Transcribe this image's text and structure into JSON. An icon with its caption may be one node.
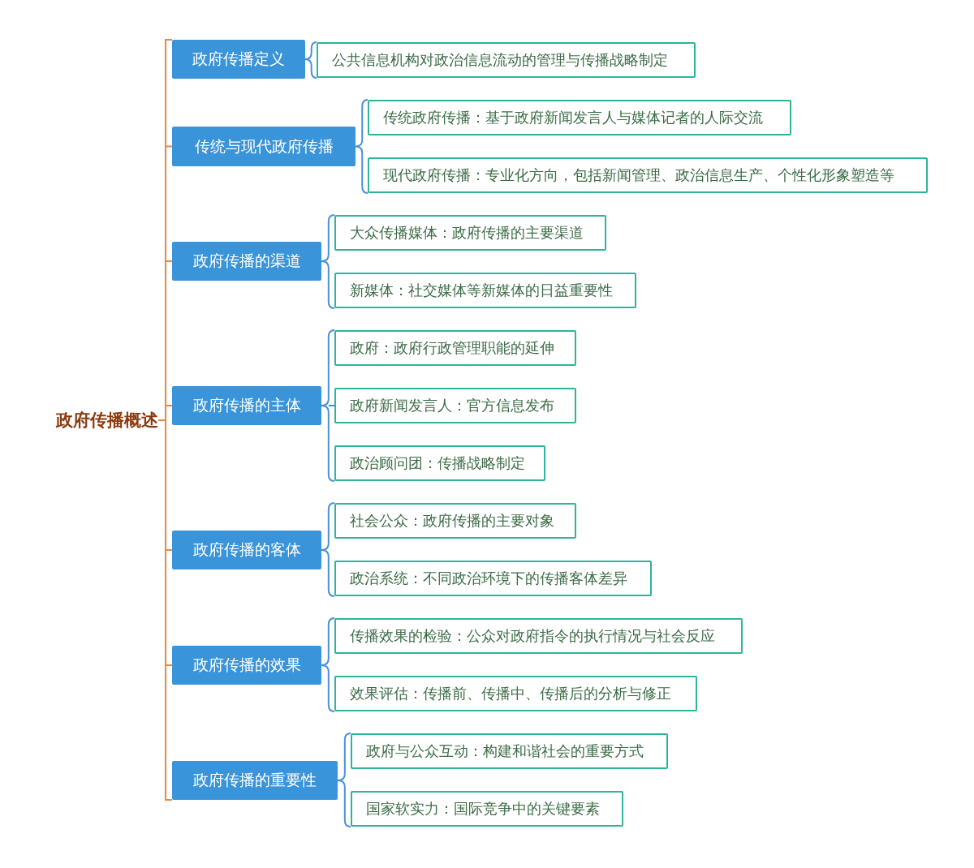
{
  "diagram": {
    "nodes": [
      {
        "text": [
          "政府传播概述"
        ]
      },
      {
        "text": [
          "政府传播定义"
        ]
      },
      {
        "text": [
          "公共信息机构对政治信息流动的管理与传播战略制定"
        ]
      },
      {
        "text": [
          "传统与现代政府传播"
        ]
      },
      {
        "text": [
          "传统政府传播：基于政府新闻发言人与媒体记者的人际交流"
        ]
      },
      {
        "text": [
          "现代政府传播：专业化方向，包括新闻管理、政治信息生产、个性化形象塑造等"
        ]
      },
      {
        "text": [
          "政府传播的渠道"
        ]
      },
      {
        "text": [
          "大众传播媒体：政府传播的主要渠道"
        ]
      },
      {
        "text": [
          "新媒体：社交媒体等新媒体的日益重要性"
        ]
      },
      {
        "text": [
          "政府传播的主体"
        ]
      },
      {
        "text": [
          "政府：政府行政管理职能的延伸"
        ]
      },
      {
        "text": [
          "政府新闻发言人：官方信息发布"
        ]
      },
      {
        "text": [
          "政治顾问团：传播战略制定"
        ]
      },
      {
        "text": [
          "政府传播的客体"
        ]
      },
      {
        "text": [
          "社会公众：政府传播的主要对象"
        ]
      },
      {
        "text": [
          "政治系统：不同政治环境下的传播客体差异"
        ]
      },
      {
        "text": [
          "政府传播的效果"
        ]
      },
      {
        "text": [
          "传播效果的检验：公众对政府指令的执行情况与社会反应"
        ]
      },
      {
        "text": [
          "效果评估：传播前、传播中、传播后的分析与修正"
        ]
      },
      {
        "text": [
          "政府传播的重要性"
        ]
      },
      {
        "text": [
          "政府与公众互动：构建和谐社会的重要方式"
        ]
      },
      {
        "text": [
          "国家软实力：国际竞争中的关键要素"
        ]
      }
    ],
    "edges": [
      {
        "from": 0,
        "to": 1,
        "arrow": "none",
        "color": "#ee8640"
      },
      {
        "from": 0,
        "to": 3,
        "arrow": "none",
        "color": "#ee8640"
      },
      {
        "from": 0,
        "to": 6,
        "arrow": "none",
        "color": "#ee8640"
      },
      {
        "from": 0,
        "to": 9,
        "arrow": "none",
        "color": "#ee8640"
      },
      {
        "from": 0,
        "to": 13,
        "arrow": "none",
        "color": "#ee8640"
      },
      {
        "from": 0,
        "to": 16,
        "arrow": "none",
        "color": "#ee8640"
      },
      {
        "from": 0,
        "to": 19,
        "arrow": "none",
        "color": "#ee8640"
      },
      {
        "from": 1,
        "to": 2,
        "arrow": "none"
      },
      {
        "from": 3,
        "to": 4,
        "arrow": "none"
      },
      {
        "from": 3,
        "to": 5,
        "arrow": "none"
      },
      {
        "from": 6,
        "to": 7,
        "arrow": "none"
      },
      {
        "from": 6,
        "to": 8,
        "arrow": "none"
      },
      {
        "from": 9,
        "to": 10,
        "arrow": "none"
      },
      {
        "from": 9,
        "to": 11,
        "arrow": "none"
      },
      {
        "from": 9,
        "to": 12,
        "arrow": "none"
      },
      {
        "from": 13,
        "to": 14,
        "arrow": "none"
      },
      {
        "from": 13,
        "to": 15,
        "arrow": "none"
      },
      {
        "from": 16,
        "to": 17,
        "arrow": "none"
      },
      {
        "from": 16,
        "to": 18,
        "arrow": "none"
      },
      {
        "from": 19,
        "to": 20,
        "arrow": "none"
      },
      {
        "from": 19,
        "to": 21,
        "arrow": "none"
      }
    ]
  }
}
